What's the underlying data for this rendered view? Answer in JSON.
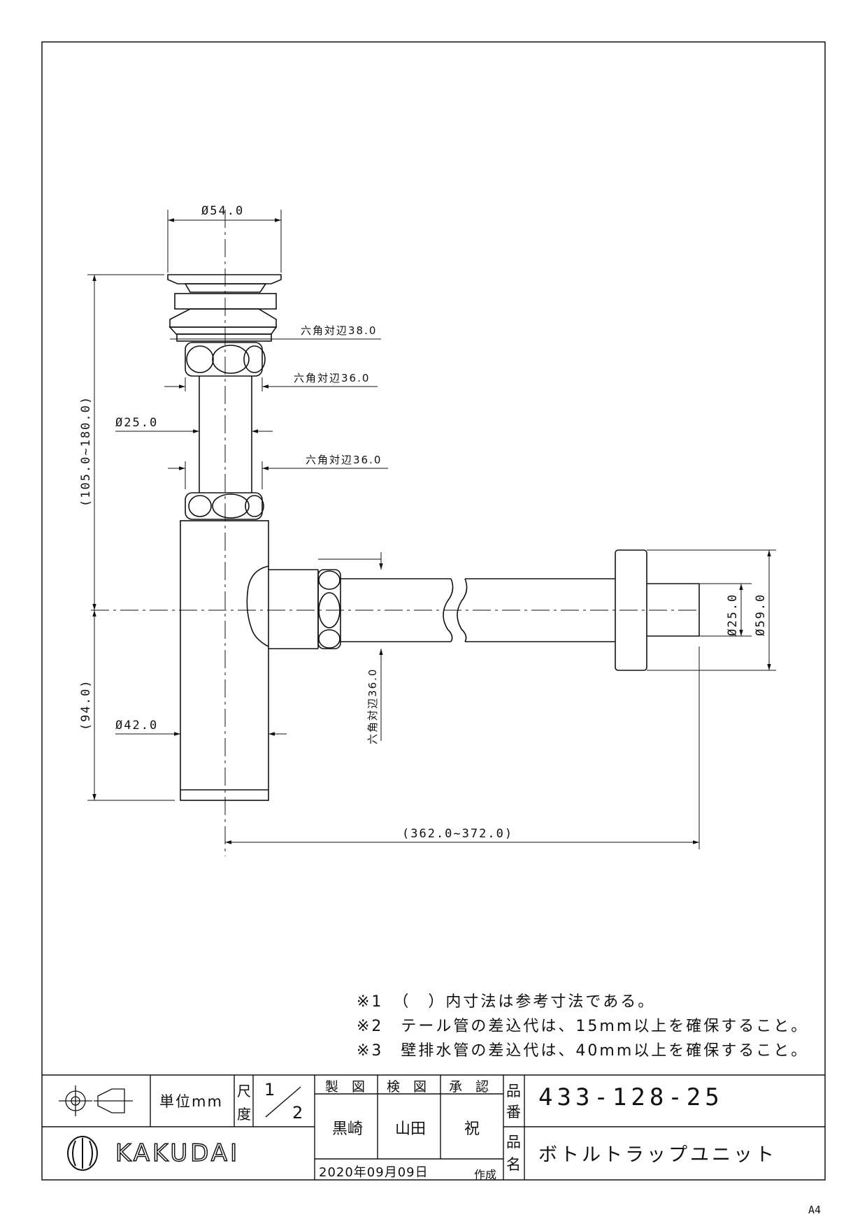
{
  "dimensions": {
    "top_diameter": "Ø54.0",
    "hex_38": "六角対辺38.0",
    "hex_36_upper": "六角対辺36.0",
    "pipe_diameter": "Ø25.0",
    "hex_36_mid": "六角対辺36.0",
    "vertical_range": "(105.0~180.0)",
    "lower_height": "(94.0)",
    "body_diameter": "Ø42.0",
    "hex_36_side": "六角対辺36.0",
    "outlet_pipe_diameter": "Ø25.0",
    "flange_diameter": "Ø59.0",
    "horizontal_range": "(362.0~372.0)"
  },
  "notes": [
    "※1　（　）内寸法は参考寸法である。",
    "※2　テール管の差込代は、15mm以上を確保すること。",
    "※3　壁排水管の差込代は、40mm以上を確保すること。"
  ],
  "title_block": {
    "unit_label": "単位mm",
    "scale_label_1": "尺",
    "scale_label_2": "度",
    "scale_num": "1",
    "scale_den": "2",
    "designed_label": "製　図",
    "checked_label": "検　図",
    "approved_label": "承　認",
    "designer": "黒崎",
    "checker": "山田",
    "approver": "祝",
    "date": "2020年09月09日",
    "created_label": "作成",
    "part_no_label_1": "品",
    "part_no_label_2": "番",
    "part_no": "433-128-25",
    "part_name_label_1": "品",
    "part_name_label_2": "名",
    "part_name": "ボトルトラップユニット",
    "brand": "KAKUDAI"
  },
  "paper_size": "A4"
}
